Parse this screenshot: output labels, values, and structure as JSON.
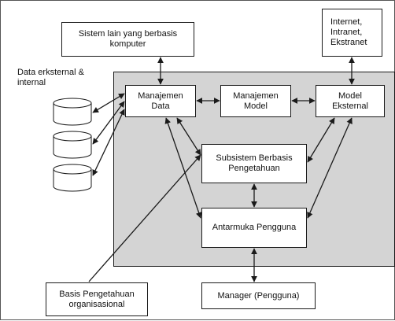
{
  "nodes": {
    "sistem_lain": {
      "lines": [
        "Sistem lain yang berbasis",
        "komputer"
      ]
    },
    "internet": {
      "lines": [
        "Internet,",
        "Intranet,",
        "Ekstranet"
      ]
    },
    "manajemen_data": {
      "lines": [
        "Manajemen",
        "Data"
      ]
    },
    "manajemen_model": {
      "lines": [
        "Manajemen",
        "Model"
      ]
    },
    "model_eksternal": {
      "lines": [
        "Model",
        "Eksternal"
      ]
    },
    "subsistem": {
      "lines": [
        "Subsistem Berbasis",
        "Pengetahuan"
      ]
    },
    "antarmuka": {
      "lines": [
        "Antarmuka Pengguna"
      ]
    },
    "basis_pengetahuan": {
      "lines": [
        "Basis Pengetahuan",
        "organisasional"
      ]
    },
    "manager": {
      "lines": [
        "Manager (Pengguna)"
      ]
    }
  },
  "external_data_label": [
    "Data erksternal &",
    "internal"
  ],
  "colors": {
    "panel_fill": "#d4d4d4",
    "box_fill": "#ffffff",
    "stroke": "#1a1a1a",
    "text": "#111111"
  }
}
